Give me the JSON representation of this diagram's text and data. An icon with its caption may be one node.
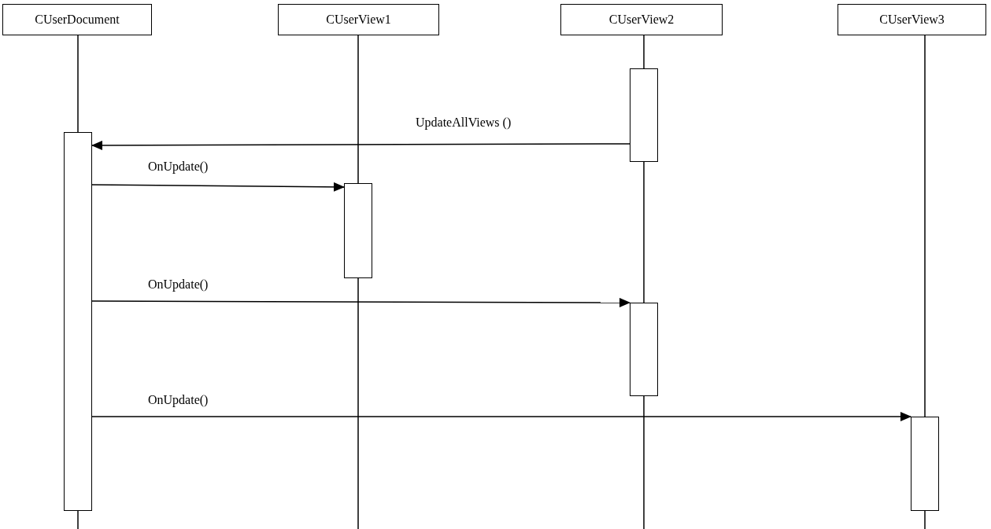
{
  "diagram": {
    "nodes": [
      {
        "text": [
          "CUserDocument"
        ]
      },
      {
        "text": [
          "CUserView1"
        ]
      },
      {
        "text": [
          "CUserView2"
        ]
      },
      {
        "text": [
          "CUserView3"
        ]
      },
      {
        "text": [],
        "shape": "bar"
      },
      {
        "text": [],
        "shape": "bar"
      },
      {
        "text": [],
        "shape": "bar"
      },
      {
        "text": [],
        "shape": "bar"
      },
      {
        "text": [],
        "shape": "bar"
      }
    ],
    "edges": [
      {
        "from": 4,
        "to": 5,
        "arrow": "to",
        "label": "UpdateAllViews ()"
      },
      {
        "from": 5,
        "to": 6,
        "arrow": "to",
        "label": "OnUpdate()"
      },
      {
        "from": 5,
        "to": 7,
        "arrow": "to",
        "label": "OnUpdate()"
      },
      {
        "from": 5,
        "to": 8,
        "arrow": "to",
        "label": "OnUpdate()"
      }
    ]
  }
}
